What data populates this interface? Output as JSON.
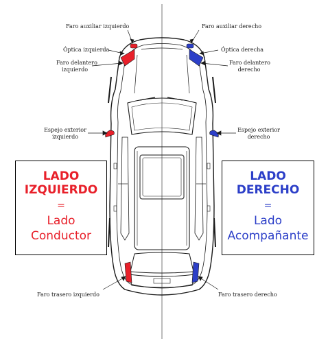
{
  "labels": {
    "faro_aux_izq": "Faro auxiliar izquierdo",
    "optica_izq": "Óptica izquierda",
    "faro_del_izq_1": "Faro delantero",
    "faro_del_izq_2": "izquierdo",
    "espejo_izq_1": "Espejo exterior",
    "espejo_izq_2": "izquierdo",
    "faro_tras_izq": "Faro trasero izquierdo",
    "faro_aux_der": "Faro auxiliar derecho",
    "optica_der": "Óptica derecha",
    "faro_del_der_1": "Faro delantero",
    "faro_del_der_2": "derecho",
    "espejo_der_1": "Espejo exterior",
    "espejo_der_2": "derecho",
    "faro_tras_der": "Faro trasero derecho"
  },
  "left_box": {
    "title_1": "LADO",
    "title_2": "IZQUIERDO",
    "equals": "=",
    "sub_1": "Lado",
    "sub_2": "Conductor"
  },
  "right_box": {
    "title_1": "LADO",
    "title_2": "DERECHO",
    "equals": "=",
    "sub_1": "Lado",
    "sub_2": "Acompañante"
  },
  "colors": {
    "left_accent": "#e8202a",
    "right_accent": "#2c3fc8",
    "outline": "#1a1a1a"
  }
}
